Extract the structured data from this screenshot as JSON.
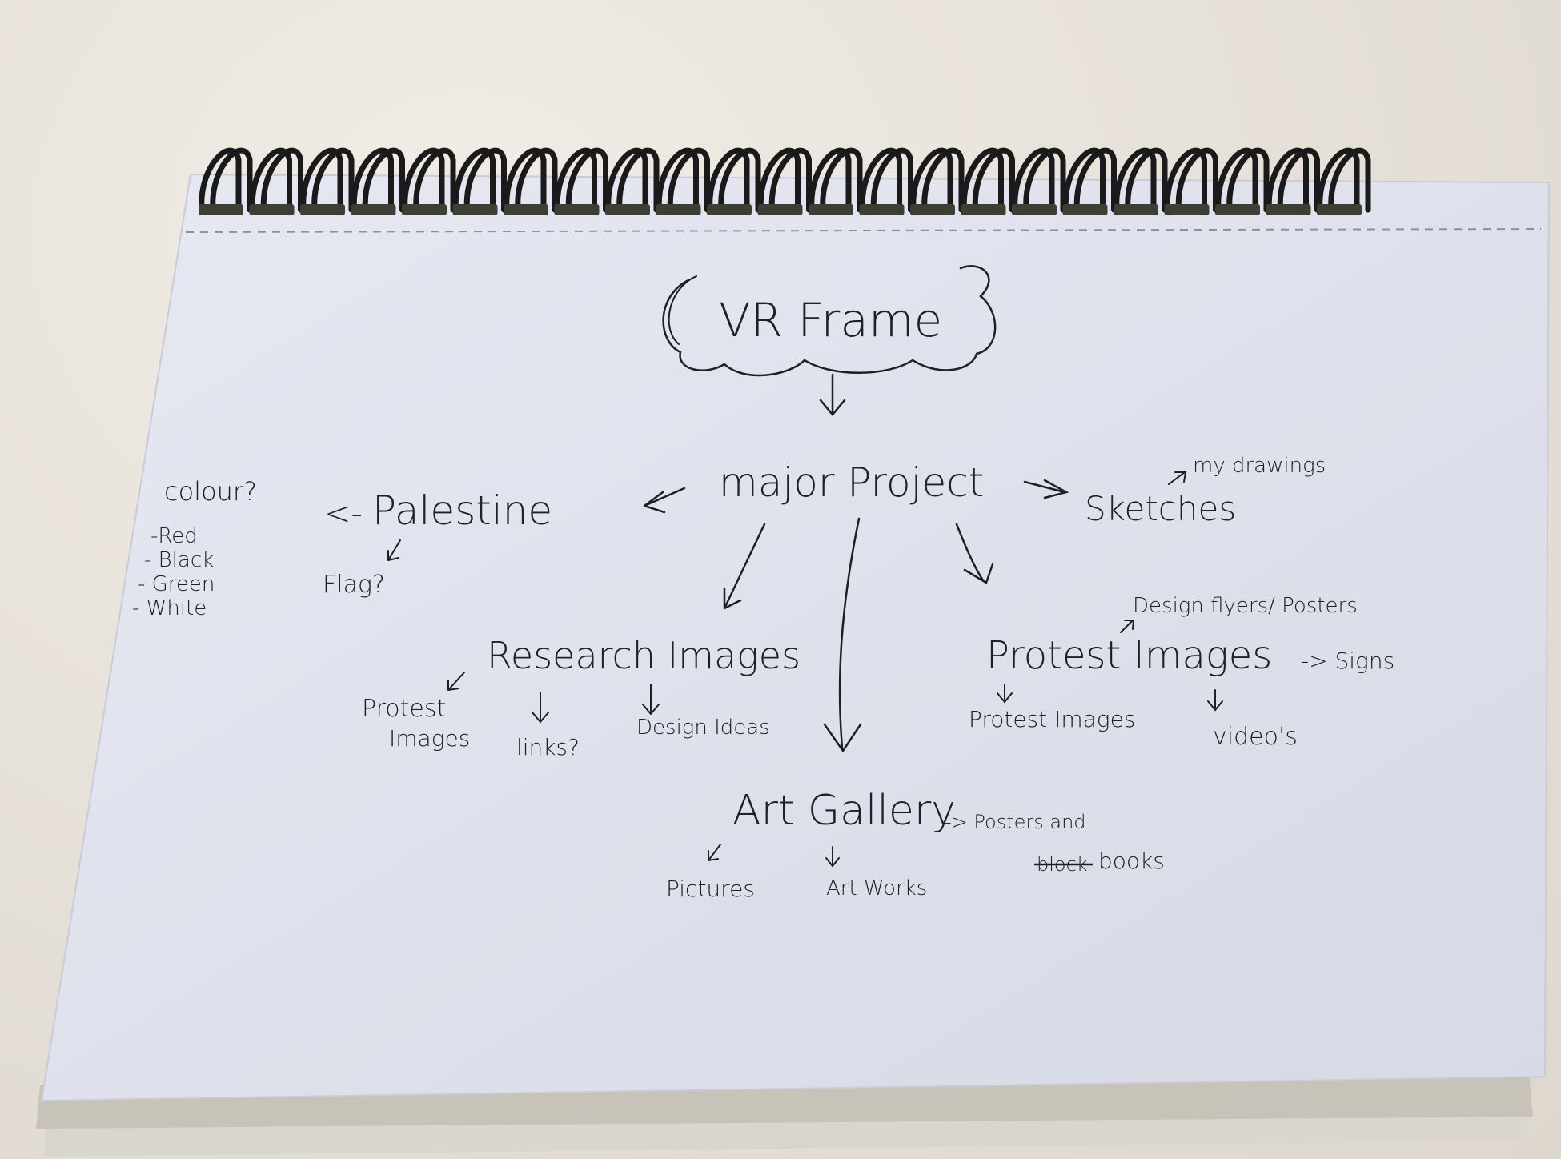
{
  "mindmap": {
    "title": "VR Frame",
    "center": "major Project",
    "palestine": "Palestine",
    "palestine_arrow": "<-",
    "flag": "Flag?",
    "colour": "colour?",
    "colours": [
      "-Red",
      "- Black",
      "- Green",
      "- White"
    ],
    "sketches": "Sketches",
    "my_drawings": "my drawings",
    "research_images": "Research Images",
    "research_children": [
      "Protest",
      "Images",
      "links?",
      "Design Ideas"
    ],
    "protest_images": "Protest Images",
    "design_flyers": "Design flyers/ Posters",
    "signs": "-> Signs",
    "protest_children": [
      "Protest Images",
      "video's"
    ],
    "art_gallery": "Art Gallery",
    "posters_and": "-> Posters and",
    "crossed_word": "block",
    "books": "books",
    "gallery_children": [
      "Pictures",
      "Art Works"
    ]
  },
  "colors": {
    "background": "#e6e1d9",
    "paper": "#dfe1ec",
    "ink": "#1f1f24",
    "spiral": "#1a1a1a"
  }
}
